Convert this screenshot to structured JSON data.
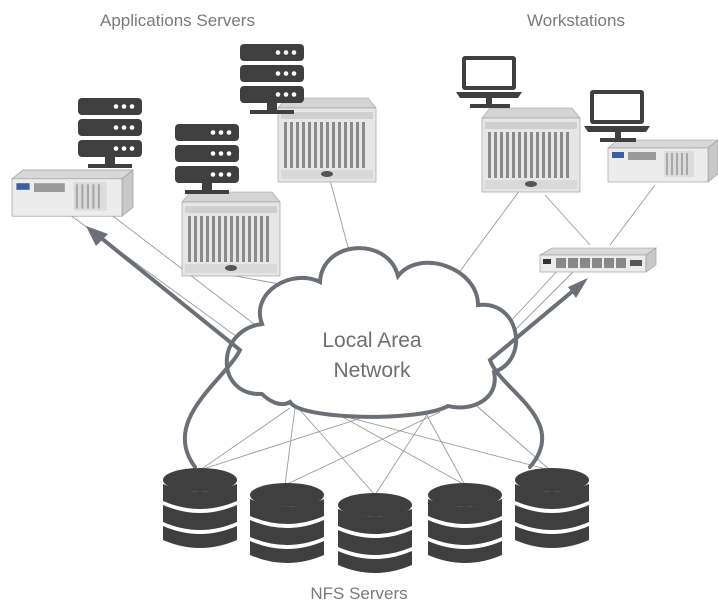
{
  "labels": {
    "applications_servers": "Applications Servers",
    "workstations": "Workstations",
    "nfs_servers": "NFS Servers",
    "lan_line1": "Local Area",
    "lan_line2": "Network"
  },
  "colors": {
    "icon_dark": "#3f3f3f",
    "cloud_stroke": "#6b7076",
    "arrow": "#6b7076",
    "link": "#9a9a9a",
    "chassis": "#e2e2e2",
    "label": "#7a7a7a"
  },
  "icons": {
    "server_rack": "server-rack-icon",
    "laptop": "laptop-icon",
    "database": "database-icon",
    "cloud": "cloud-icon",
    "workstation": "desktop-workstation",
    "chassis": "network-chassis",
    "switch": "network-switch"
  }
}
